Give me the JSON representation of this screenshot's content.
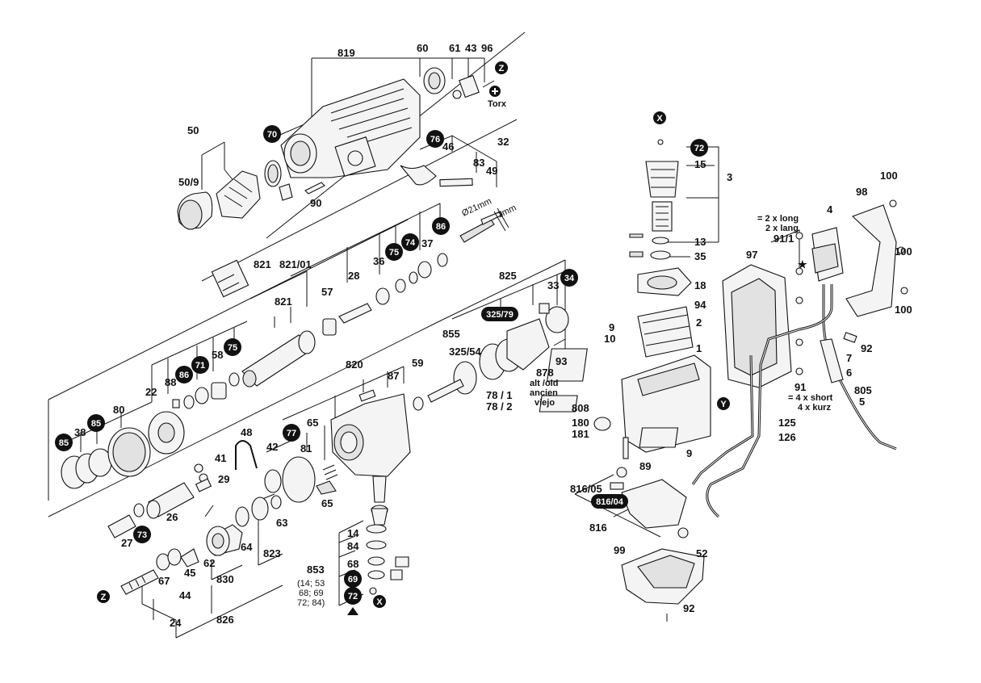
{
  "labels": {
    "l819": "819",
    "l60": "60",
    "l61": "61",
    "l43": "43",
    "l96": "96",
    "lTorx": "Torx",
    "l50": "50",
    "l50_9": "50/9",
    "l90": "90",
    "l46": "46",
    "l32": "32",
    "l83": "83",
    "l49": "49",
    "l21mm": "Ø21mm",
    "l1mm": "1mm",
    "l821a": "821",
    "l821_01": "821/01",
    "l28": "28",
    "l36": "36",
    "l37": "37",
    "l57": "57",
    "l821b": "821",
    "l825": "825",
    "l33": "33",
    "l855": "855",
    "l325_54": "325/54",
    "l58": "58",
    "l88": "88",
    "l22": "22",
    "l80": "80",
    "l38": "38",
    "l820": "820",
    "l87": "87",
    "l59": "59",
    "l93": "93",
    "l878": "878",
    "l878_t1": "alt /old",
    "l878_t2": "ancien",
    "l878_t3": "viejo",
    "l78_1": "78 / 1",
    "l78_2": "78 / 2",
    "l48": "48",
    "l65a": "65",
    "l42": "42",
    "l81": "81",
    "l65b": "65",
    "l41": "41",
    "l29": "29",
    "l26": "26",
    "l27": "27",
    "l63": "63",
    "l823": "823",
    "l64": "64",
    "l62": "62",
    "l830": "830",
    "l67": "67",
    "l45": "45",
    "l44": "44",
    "l24": "24",
    "l826": "826",
    "l14": "14",
    "l84": "84",
    "l853": "853",
    "l68": "68",
    "l853n1": "(14; 53",
    "l853n2": "68; 69",
    "l853n3": "72; 84)",
    "l15": "15",
    "l3": "3",
    "l13": "13",
    "l35": "35",
    "l18": "18",
    "l94": "94",
    "l2": "2",
    "l9a": "9",
    "l10": "10",
    "l1": "1",
    "l808": "808",
    "l180": "180",
    "l181": "181",
    "l9b": "9",
    "l89": "89",
    "l816_05": "816/05",
    "l816": "816",
    "l99": "99",
    "l52": "52",
    "l92b": "92",
    "l4": "4",
    "l2xlong": "= 2 x long",
    "l2xlang": "2 x lang",
    "l91_1": "91/1",
    "l97": "97",
    "l98": "98",
    "l100a": "100",
    "l100b": "100",
    "l100c": "100",
    "l7": "7",
    "l92a": "92",
    "l6": "6",
    "l91": "91",
    "l4xshort": "= 4 x short",
    "l4xkurz": "4 x kurz",
    "l805": "805",
    "l5": "5",
    "l125": "125",
    "l126": "126"
  },
  "badges": {
    "b70": "70",
    "b76": "76",
    "b86": "86",
    "b74": "74",
    "b75a": "75",
    "b75b": "75",
    "b71": "71",
    "b86b": "86",
    "b85a": "85",
    "b85b": "85",
    "b34": "34",
    "b325_79": "325/79",
    "b77": "77",
    "b73": "73",
    "b69": "69",
    "b72a": "72",
    "b72b": "72",
    "b816_04": "816/04",
    "bZ1": "Z",
    "bZ2": "Z",
    "bX1": "X",
    "bX2": "X",
    "bY": "Y"
  },
  "colors": {
    "ink": "#111111",
    "paper": "#ffffff",
    "part_fill": "#f4f4f4"
  }
}
